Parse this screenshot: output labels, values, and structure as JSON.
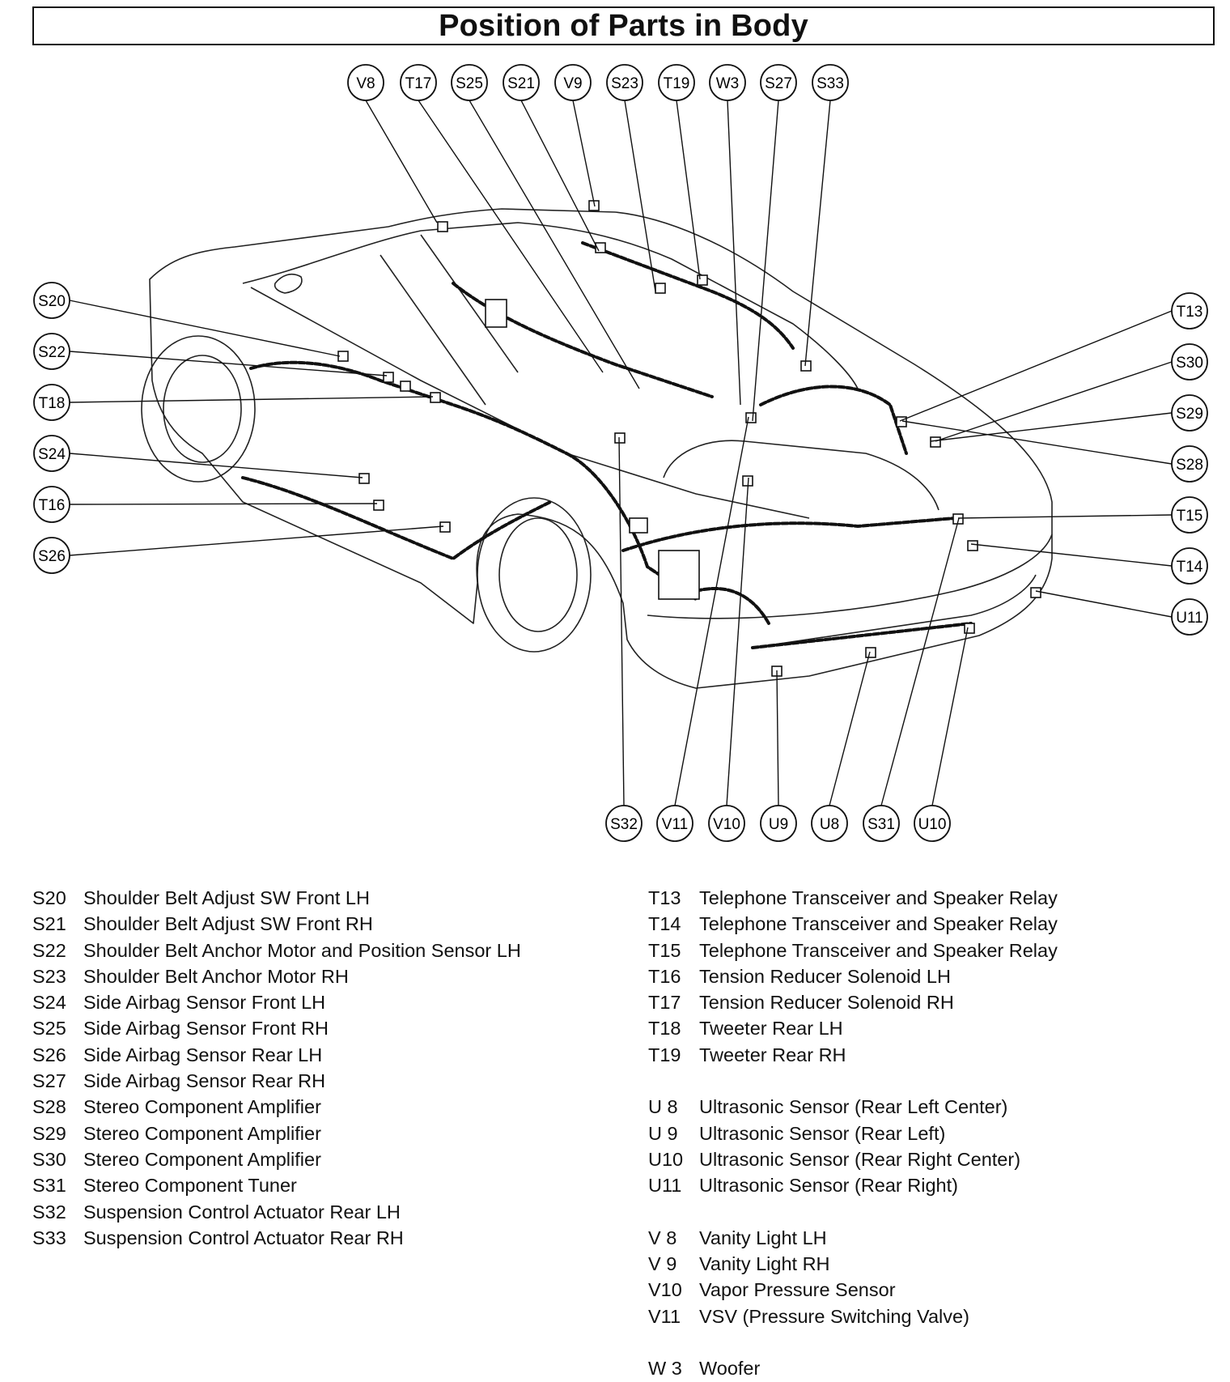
{
  "title": "Position of Parts in Body",
  "callouts": {
    "top": [
      "V8",
      "T17",
      "S25",
      "S21",
      "V9",
      "S23",
      "T19",
      "W3",
      "S27",
      "S33"
    ],
    "left": [
      "S20",
      "S22",
      "T18",
      "S24",
      "T16",
      "S26"
    ],
    "right": [
      "T13",
      "S30",
      "S29",
      "S28",
      "T15",
      "T14",
      "U11"
    ],
    "bottom": [
      "S32",
      "V11",
      "V10",
      "U9",
      "U8",
      "S31",
      "U10"
    ]
  },
  "legend_left": [
    {
      "code": "S20",
      "name": "Shoulder Belt Adjust SW Front LH"
    },
    {
      "code": "S21",
      "name": "Shoulder Belt Adjust SW Front RH"
    },
    {
      "code": "S22",
      "name": "Shoulder Belt Anchor Motor and Position Sensor LH"
    },
    {
      "code": "S23",
      "name": "Shoulder Belt Anchor Motor RH"
    },
    {
      "code": "S24",
      "name": "Side Airbag Sensor Front LH"
    },
    {
      "code": "S25",
      "name": "Side Airbag Sensor Front RH"
    },
    {
      "code": "S26",
      "name": "Side Airbag Sensor Rear LH"
    },
    {
      "code": "S27",
      "name": "Side Airbag Sensor Rear RH"
    },
    {
      "code": "S28",
      "name": "Stereo Component Amplifier"
    },
    {
      "code": "S29",
      "name": "Stereo Component Amplifier"
    },
    {
      "code": "S30",
      "name": "Stereo Component Amplifier"
    },
    {
      "code": "S31",
      "name": "Stereo Component Tuner"
    },
    {
      "code": "S32",
      "name": "Suspension Control Actuator Rear LH"
    },
    {
      "code": "S33",
      "name": "Suspension Control Actuator Rear RH"
    }
  ],
  "legend_right": [
    {
      "code": "T13",
      "name": "Telephone Transceiver and Speaker Relay"
    },
    {
      "code": "T14",
      "name": "Telephone Transceiver and Speaker Relay"
    },
    {
      "code": "T15",
      "name": "Telephone Transceiver and Speaker Relay"
    },
    {
      "code": "T16",
      "name": "Tension Reducer Solenoid LH"
    },
    {
      "code": "T17",
      "name": "Tension Reducer Solenoid RH"
    },
    {
      "code": "T18",
      "name": "Tweeter Rear LH"
    },
    {
      "code": "T19",
      "name": "Tweeter Rear RH"
    },
    {
      "code": "U 8",
      "name": "Ultrasonic Sensor (Rear Left Center)"
    },
    {
      "code": "U 9",
      "name": "Ultrasonic Sensor (Rear Left)"
    },
    {
      "code": "U10",
      "name": "Ultrasonic Sensor (Rear Right Center)"
    },
    {
      "code": "U11",
      "name": "Ultrasonic Sensor (Rear Right)"
    },
    {
      "code": "V 8",
      "name": "Vanity Light LH"
    },
    {
      "code": "V 9",
      "name": "Vanity Light RH"
    },
    {
      "code": "V10",
      "name": "Vapor Pressure Sensor"
    },
    {
      "code": "V11",
      "name": "VSV (Pressure Switching Valve)"
    },
    {
      "code": "W 3",
      "name": "Woofer"
    }
  ]
}
